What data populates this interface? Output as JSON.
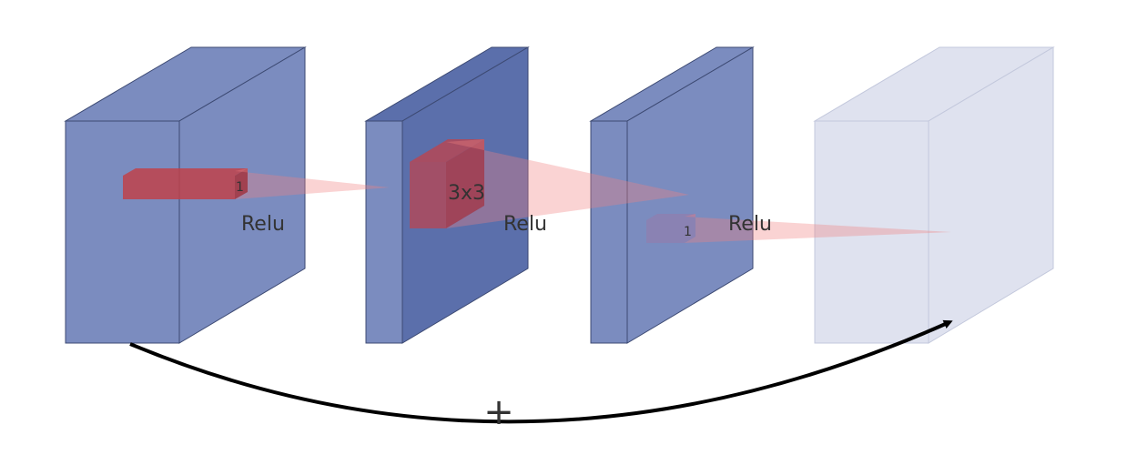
{
  "diagram": {
    "labels": {
      "relu_1": "Relu",
      "relu_2": "Relu",
      "relu_3": "Relu",
      "kernel_1": "1",
      "kernel_3x3": "3x3",
      "kernel_1b": "1",
      "add": "+"
    },
    "colors": {
      "block": "#7b8cbf",
      "block_dark": "#5b6fab",
      "block_faded": "#dfe2ef",
      "edge": "#3d4a73",
      "kernel": "#c0424a",
      "kernel_faded": "#8e7fb0",
      "cone": "#f08080",
      "arrow": "#000000"
    }
  }
}
